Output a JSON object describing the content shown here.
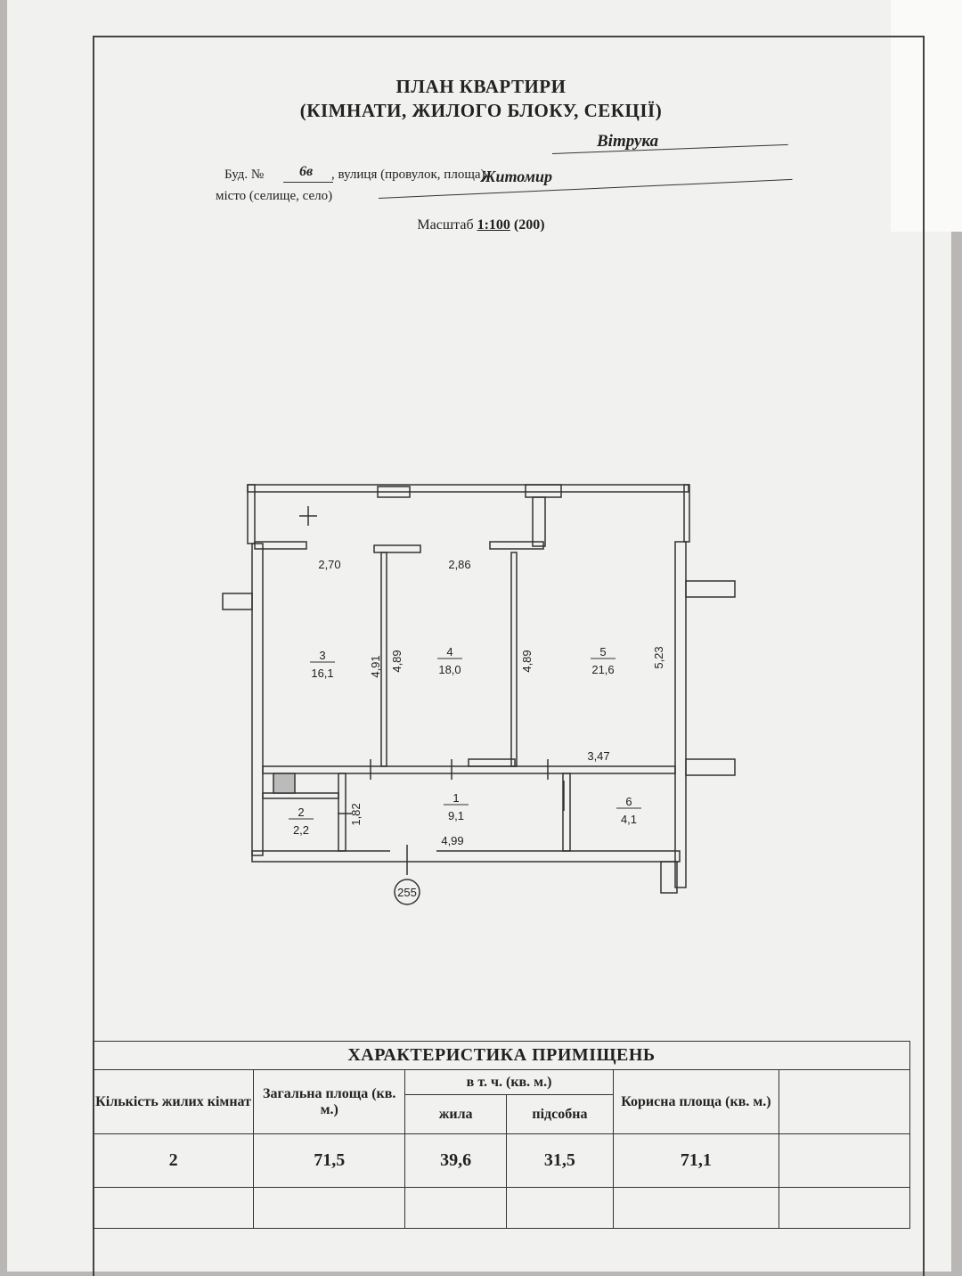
{
  "header": {
    "title_line1": "ПЛАН КВАРТИРИ",
    "title_line2": "(КІМНАТИ, ЖИЛОГО БЛОКУ, СЕКЦІЇ)",
    "building_label": "Буд. №",
    "building_number": "6в",
    "street_label": ", вулиця (провулок, площа)",
    "street_value": "Вітрука",
    "city_label": "місто (селище, село)",
    "city_value": "Житомир",
    "scale_label": "Масштаб",
    "scale_value": "1:100",
    "scale_alt": "(200)"
  },
  "plan": {
    "rooms": [
      {
        "number": "1",
        "area": "9,1"
      },
      {
        "number": "2",
        "area": "2,2"
      },
      {
        "number": "3",
        "area": "16,1"
      },
      {
        "number": "4",
        "area": "18,0"
      },
      {
        "number": "5",
        "area": "21,6"
      },
      {
        "number": "6",
        "area": "4,1"
      }
    ],
    "dimensions": [
      "2,70",
      "2,86",
      "4,91",
      "4,89",
      "4,89",
      "5,23",
      "3,47",
      "1,82",
      "4,99"
    ],
    "apartment_marker": "255"
  },
  "table": {
    "title": "ХАРАКТЕРИСТИКА ПРИМІЩЕНЬ",
    "h_rooms": "Кількість жилих кімнат",
    "h_total": "Загальна площа (кв. м.)",
    "h_incl": "в т. ч. (кв. м.)",
    "h_living": "жила",
    "h_aux": "підсобна",
    "h_useful": "Корисна площа (кв. м.)",
    "row": {
      "rooms": "2",
      "total": "71,5",
      "living": "39,6",
      "aux": "31,5",
      "useful": "71,1"
    }
  }
}
